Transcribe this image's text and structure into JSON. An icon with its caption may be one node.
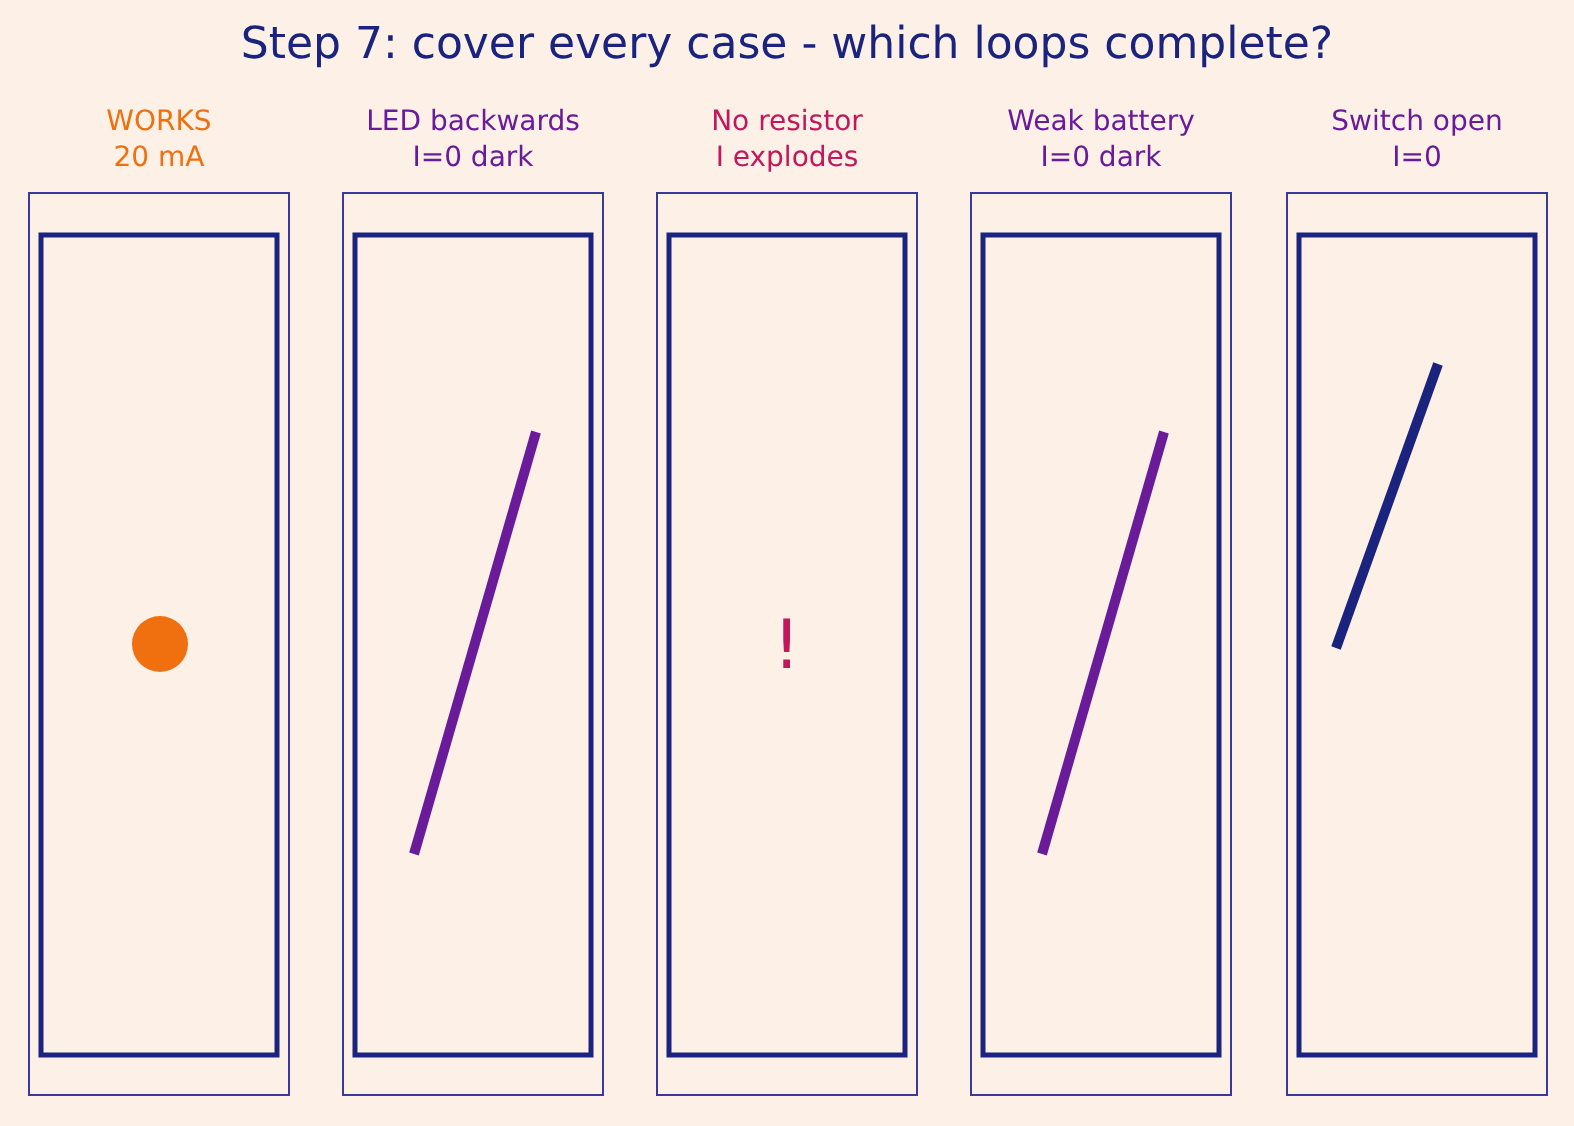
{
  "diagram": {
    "title": "Step 7: cover every case - which loops complete?",
    "nodes": [
      {
        "text": [
          "WORKS",
          "20 mA"
        ]
      },
      {
        "text": [
          "LED backwards",
          "I=0 dark"
        ]
      },
      {
        "text": [
          "No resistor",
          "I explodes"
        ]
      },
      {
        "text": [
          "Weak battery",
          "I=0 dark"
        ]
      },
      {
        "text": [
          "Switch open",
          "I=0"
        ]
      },
      {
        "text": [
          "!"
        ],
        "in": 2
      }
    ],
    "edges": []
  }
}
